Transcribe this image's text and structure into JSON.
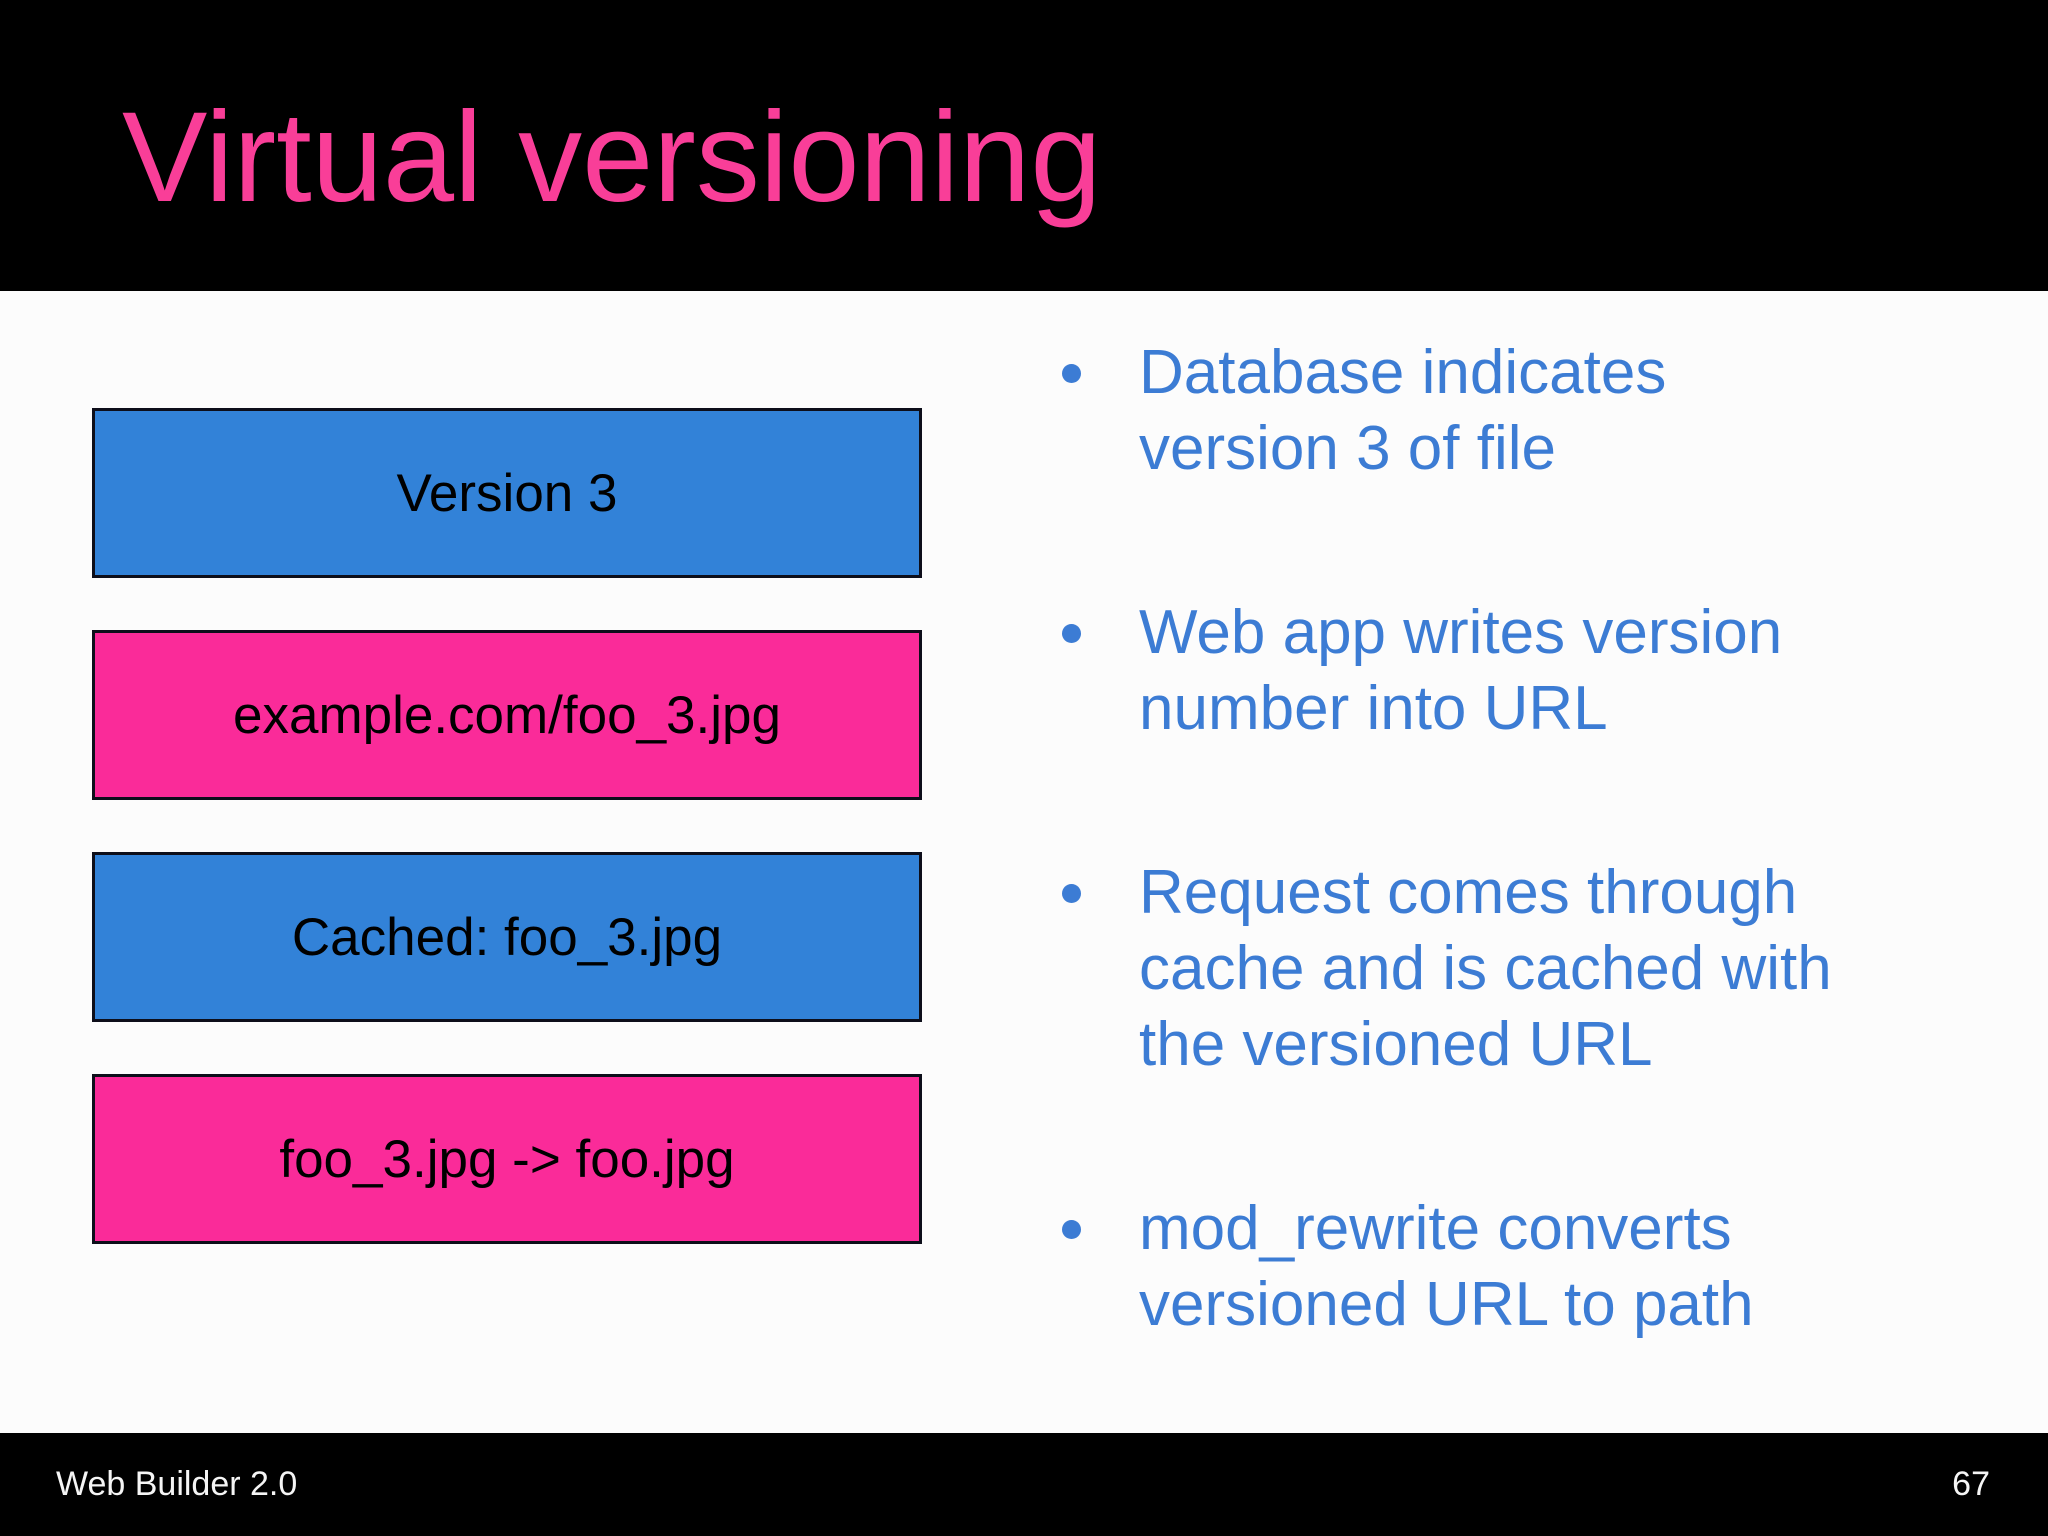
{
  "slide": {
    "title": "Virtual versioning",
    "footer_left": "Web Builder 2.0",
    "page_number": "67"
  },
  "diagram": {
    "boxes": [
      {
        "label": "Version 3",
        "color": "blue"
      },
      {
        "label": "example.com/foo_3.jpg",
        "color": "pink"
      },
      {
        "label": "Cached: foo_3.jpg",
        "color": "blue"
      },
      {
        "label": "foo_3.jpg -> foo.jpg",
        "color": "pink"
      }
    ]
  },
  "bullets": [
    {
      "text": "Database indicates\nversion 3 of file"
    },
    {
      "text": "Web app writes version\nnumber into URL"
    },
    {
      "text": "Request comes through\ncache and is cached with\nthe versioned URL"
    },
    {
      "text": "mod_rewrite converts\nversioned URL to path"
    }
  ],
  "colors": {
    "header_bg": "#000000",
    "footer_bg": "#000000",
    "body_bg": "#FCFCFC",
    "title_pink": "#F93E98",
    "box_blue": "#3282D8",
    "box_pink": "#FA2B99",
    "box_border": "#0D0E1A",
    "bullet_blue": "#3C7CD4",
    "footer_text": "#F5F5F5"
  }
}
